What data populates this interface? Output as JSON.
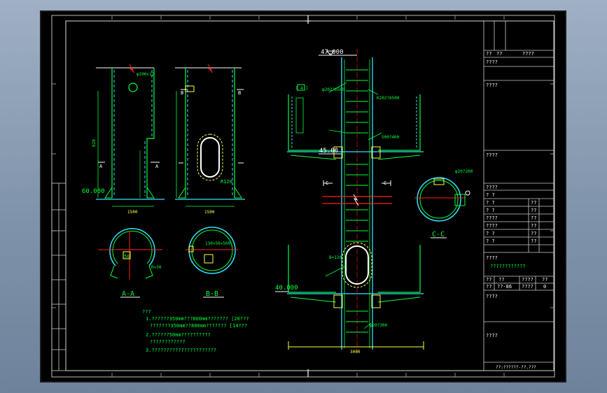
{
  "drawing": {
    "elev_top": "47.000",
    "elev_mid": "45.00",
    "elev_left": "60.000",
    "elev_bottom": "40.000",
    "sec_aa": "A-A",
    "sec_bb": "B-B",
    "sec_cc": "C-C",
    "cut_a": "A",
    "cut_b": "B",
    "cut_c": "C",
    "label_phi1": "φ200×12",
    "label_q3": "???",
    "label_phi2": "φ202?6500",
    "label_k": "K202?6500",
    "label_500": "500?400",
    "label_r120": "R120",
    "label_b120": "B=120",
    "label_130": "130×50×500",
    "label_50": "50",
    "label_r30": "R=30",
    "label_c3": "3",
    "label_d_top": "φ20?200",
    "label_d_bot": "φ20?300",
    "dim_1500a": "1500",
    "dim_1500b": "1500",
    "dim_3000": "3000",
    "dim_620": "620",
    "dim_b4": "[ 4 ]",
    "note_head": "???",
    "note_1": "1.??????350mm???800mm??????? [20???",
    "note_1b": "???????350mm??800mm??????? [14???",
    "note_2": "2.??????50mm??????????",
    "note_2b": "????????????",
    "note_3": "3.??????????????????????"
  },
  "title_block": {
    "row1": [
      "??",
      "??",
      "????"
    ],
    "r_a": "????",
    "r_b": "????",
    "r_c": "????",
    "table_rows": [
      [
        "????",
        ""
      ],
      [
        "? ?",
        "??"
      ],
      [
        "? ?",
        "??"
      ],
      [
        "? ?",
        "??"
      ],
      [
        "????",
        "??"
      ],
      [
        "????",
        "??"
      ],
      [
        "? ?",
        "??"
      ],
      [
        "? ?",
        "??"
      ]
    ],
    "r_d": "????",
    "r_e": "????????????",
    "r_f": [
      "??",
      "??-86",
      "????",
      "0"
    ],
    "r_f2": [
      "??",
      "??",
      "????",
      "??"
    ],
    "r_g": "????",
    "r_h": "????",
    "bottom": "??:??????-??.???"
  },
  "colors": {
    "frame": "#ffffff",
    "green": "#00ff3c",
    "cyan": "#38e0ff",
    "yellow": "#ffff40",
    "red": "#ff2020",
    "canvas": "#000000"
  }
}
